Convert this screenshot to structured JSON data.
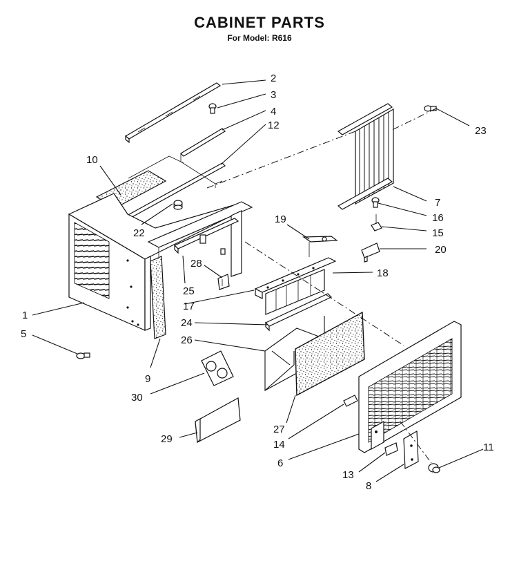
{
  "header": {
    "title": "CABINET PARTS",
    "subtitle": "For Model: R616"
  },
  "callouts": [
    {
      "id": "c1",
      "text": "1"
    },
    {
      "id": "c2",
      "text": "2"
    },
    {
      "id": "c3",
      "text": "3"
    },
    {
      "id": "c4",
      "text": "4"
    },
    {
      "id": "c5",
      "text": "5"
    },
    {
      "id": "c6",
      "text": "6"
    },
    {
      "id": "c7",
      "text": "7"
    },
    {
      "id": "c8",
      "text": "8"
    },
    {
      "id": "c9",
      "text": "9"
    },
    {
      "id": "c10",
      "text": "10"
    },
    {
      "id": "c11",
      "text": "11"
    },
    {
      "id": "c12",
      "text": "12"
    },
    {
      "id": "c13",
      "text": "13"
    },
    {
      "id": "c14",
      "text": "14"
    },
    {
      "id": "c15",
      "text": "15"
    },
    {
      "id": "c16",
      "text": "16"
    },
    {
      "id": "c17",
      "text": "17"
    },
    {
      "id": "c18",
      "text": "18"
    },
    {
      "id": "c19",
      "text": "19"
    },
    {
      "id": "c20",
      "text": "20"
    },
    {
      "id": "c22",
      "text": "22"
    },
    {
      "id": "c23",
      "text": "23"
    },
    {
      "id": "c24",
      "text": "24"
    },
    {
      "id": "c25",
      "text": "25"
    },
    {
      "id": "c26",
      "text": "26"
    },
    {
      "id": "c27",
      "text": "27"
    },
    {
      "id": "c28",
      "text": "28"
    },
    {
      "id": "c29",
      "text": "29"
    },
    {
      "id": "c30",
      "text": "30"
    }
  ]
}
